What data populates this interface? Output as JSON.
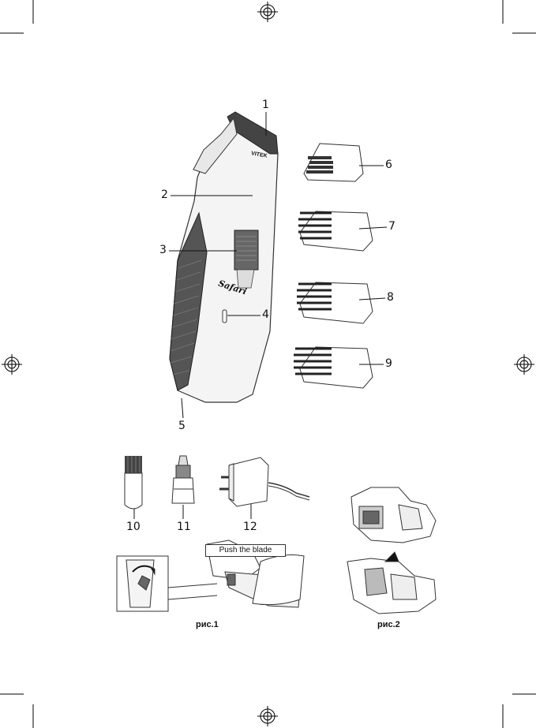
{
  "callouts": [
    "1",
    "2",
    "3",
    "4",
    "5",
    "6",
    "7",
    "8",
    "9",
    "10",
    "11",
    "12"
  ],
  "brand": "VITEK",
  "model": "Safari",
  "push_label": "Push the blade",
  "figures": {
    "fig1": "рис.1",
    "fig2": "рис.2"
  }
}
